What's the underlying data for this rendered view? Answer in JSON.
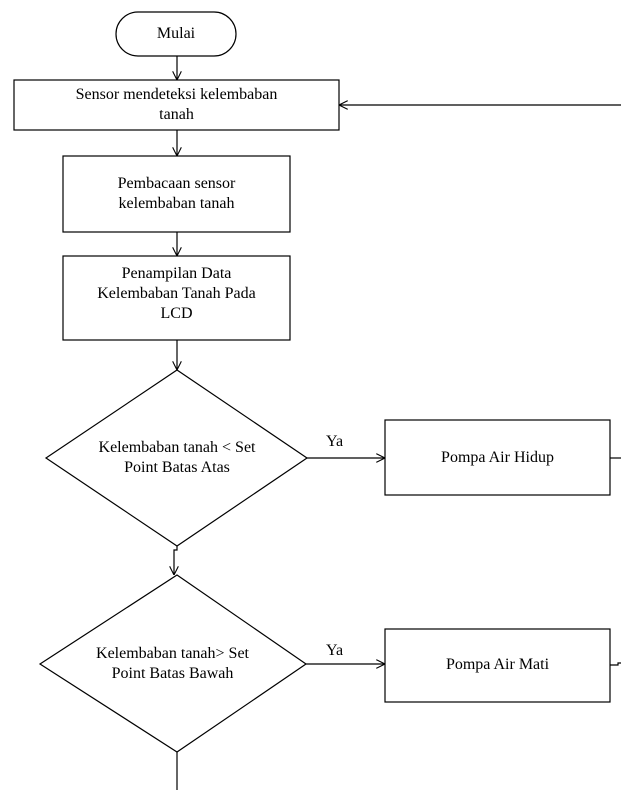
{
  "flowchart": {
    "start": "Mulai",
    "step_sensor_detect": "Sensor mendeteksi kelembaban\ntanah",
    "step_sensor_read": "Pembacaan sensor\nkelembaban tanah",
    "step_display": "Penampilan Data\nKelembaban Tanah Pada\nLCD",
    "decision_upper": "Kelembaban tanah < Set\nPoint Batas Atas",
    "decision_upper_yes": "Ya",
    "action_pump_on": "Pompa Air Hidup",
    "decision_lower": "Kelembaban tanah> Set\nPoint Batas Bawah",
    "decision_lower_yes": "Ya",
    "action_pump_off": "Pompa Air Mati"
  },
  "colors": {
    "line": "#000000",
    "background": "#ffffff"
  }
}
